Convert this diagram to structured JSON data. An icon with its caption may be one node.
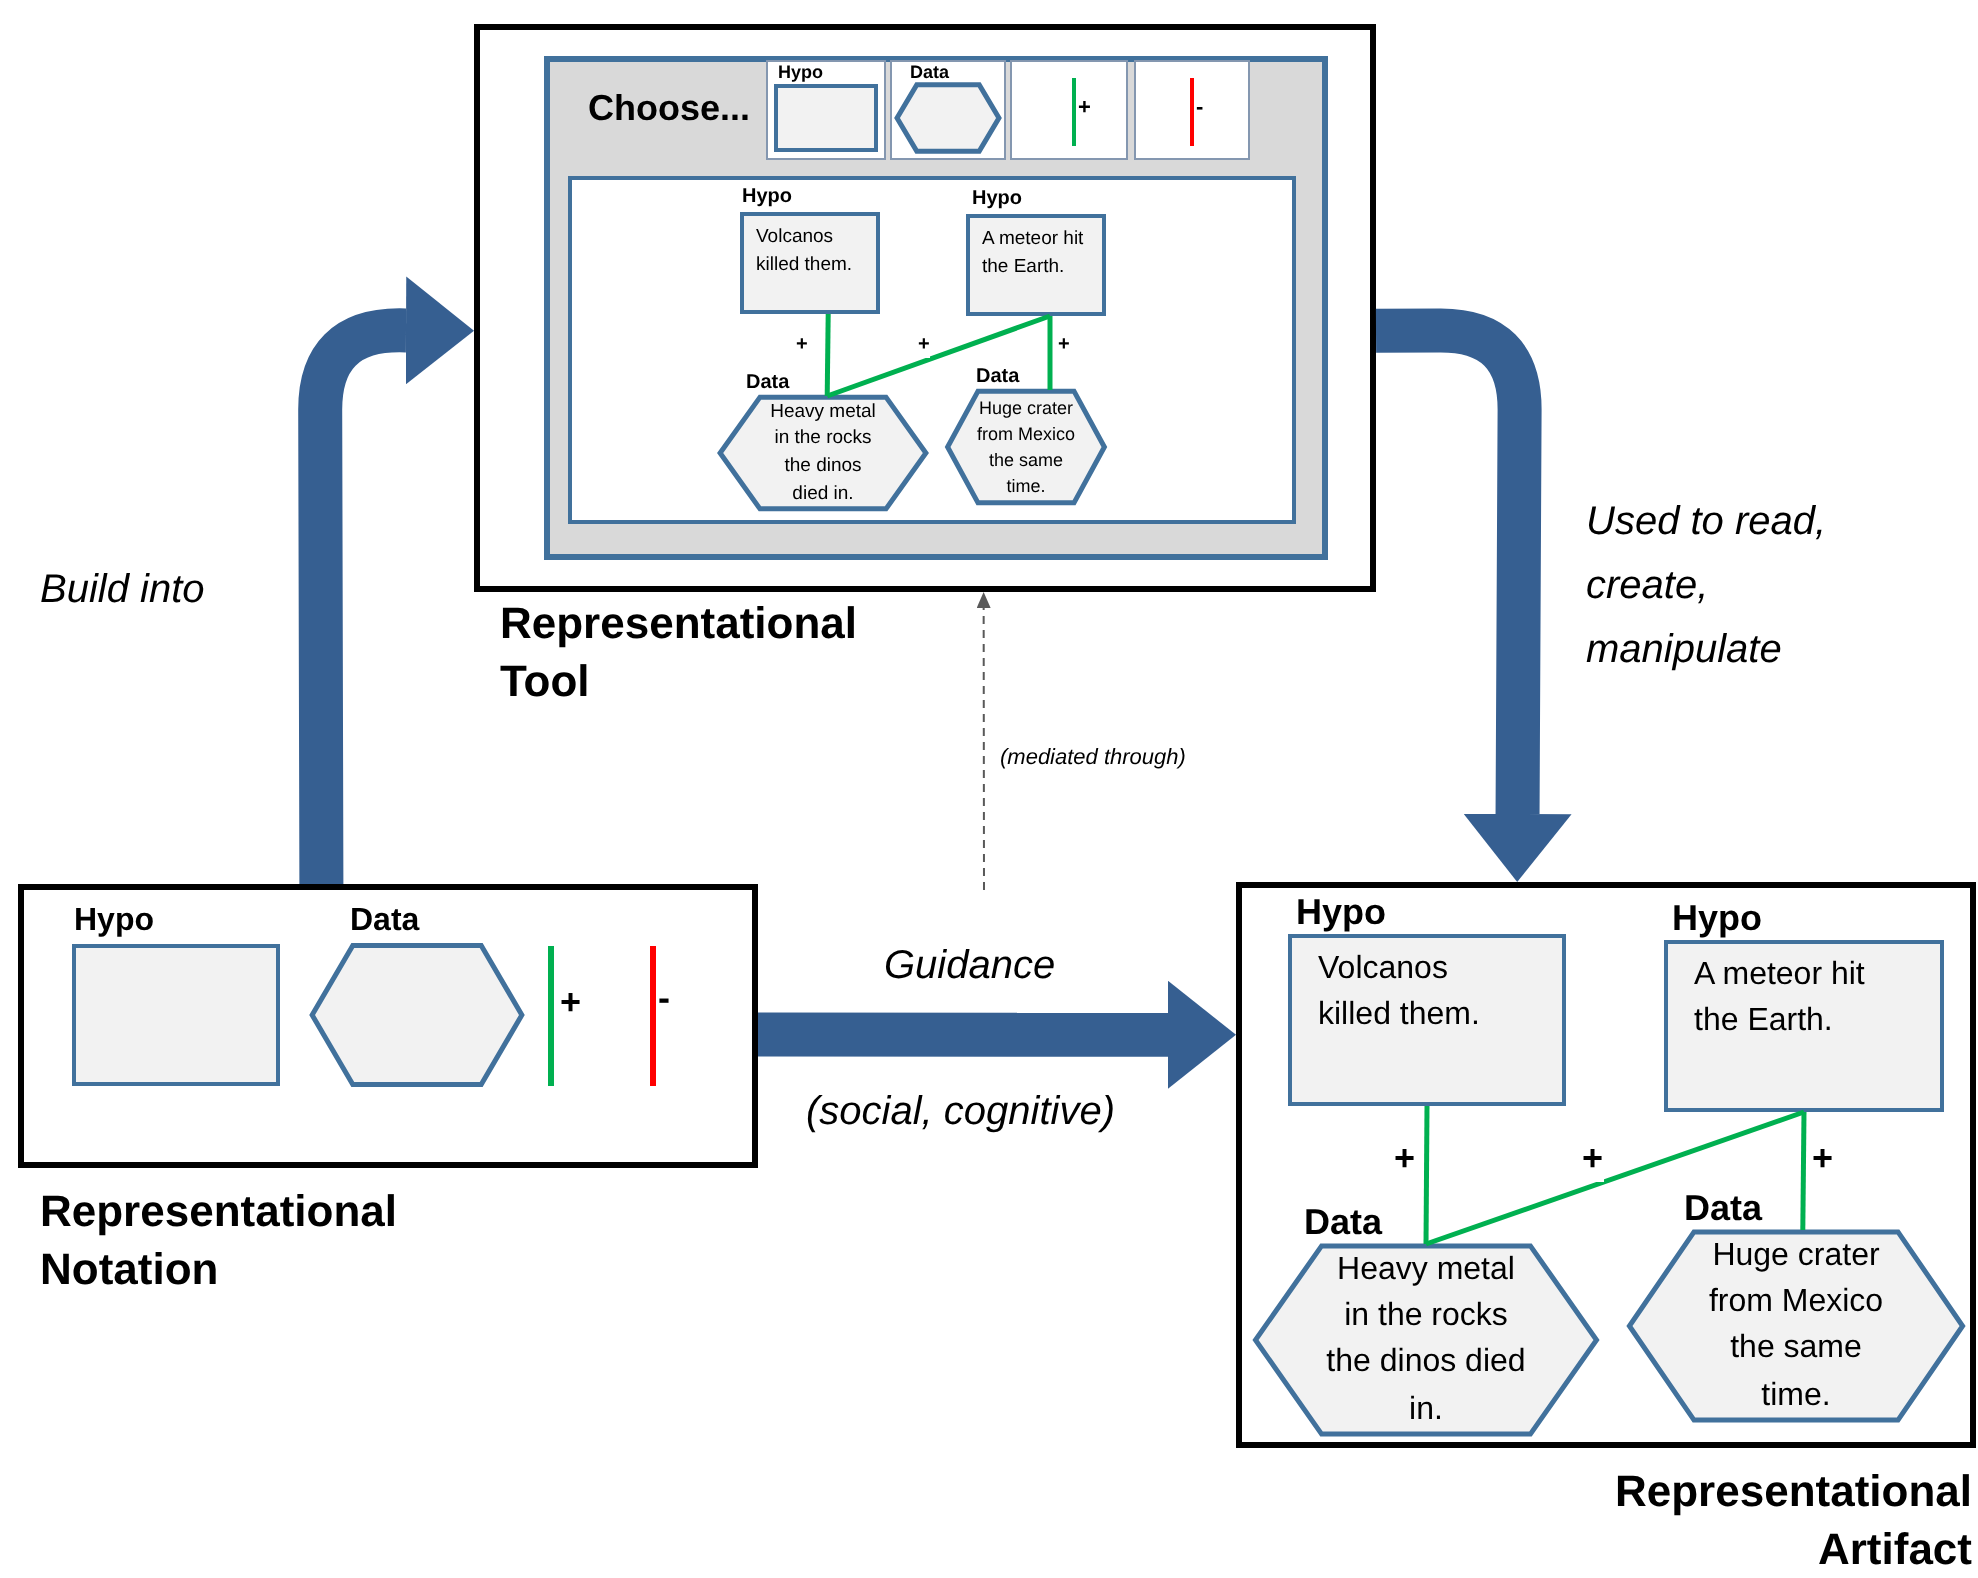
{
  "diagram": {
    "nodes": [
      {
        "text": [
          "Representational Tool"
        ]
      },
      {
        "text": [
          "Choose..."
        ],
        "in": 0
      },
      {
        "text": [
          "Hypo"
        ],
        "in": 1
      },
      {
        "text": [],
        "shape": "box",
        "in": 2
      },
      {
        "text": [
          "Data"
        ],
        "in": 1
      },
      {
        "text": [],
        "shape": "hexagon",
        "in": 4
      },
      {
        "text": [
          "+"
        ],
        "in": 1
      },
      {
        "text": [
          "-"
        ],
        "in": 1
      },
      {
        "text": [],
        "shape": "box",
        "in": 1
      },
      {
        "text": [
          "Hypo",
          "Volcanos killed them."
        ],
        "in": 8
      },
      {
        "text": [
          "Hypo",
          "A meteor hit the Earth."
        ],
        "in": 8
      },
      {
        "text": [
          "Data",
          "Heavy metal in the rocks the dinos died in."
        ],
        "in": 8
      },
      {
        "text": [
          "Data",
          "Huge crater from Mexico the same time."
        ],
        "in": 8
      },
      {
        "text": [
          "Representational Notation"
        ]
      },
      {
        "text": [
          "Hypo"
        ],
        "in": 13
      },
      {
        "text": [
          "Data"
        ],
        "in": 13
      },
      {
        "text": [
          "Representational Artifact"
        ]
      },
      {
        "text": [
          "Hypo",
          "Volcanos killed them."
        ],
        "in": 16
      },
      {
        "text": [
          "Hypo",
          "A meteor hit the Earth."
        ],
        "in": 16
      },
      {
        "text": [
          "Data",
          "Heavy metal in the rocks the dinos died in."
        ],
        "in": 16
      },
      {
        "text": [
          "Data",
          "Huge crater from Mexico the same time."
        ],
        "in": 16
      }
    ],
    "edges": [
      {
        "from": 9,
        "to": 11,
        "arrow": "none",
        "label": "+"
      },
      {
        "from": 10,
        "to": 11,
        "arrow": "none",
        "label": "+"
      },
      {
        "from": 10,
        "to": 12,
        "arrow": "none",
        "label": "+"
      },
      {
        "from": 13,
        "to": 0,
        "arrow": "to",
        "label": "Build into",
        "style": "thick",
        "color": "#365f91"
      },
      {
        "from": 0,
        "to": 16,
        "arrow": "to",
        "label": "Used to read, create, manipulate",
        "style": "thick",
        "color": "#365f91"
      },
      {
        "from": 13,
        "to": 16,
        "arrow": "to",
        "label": "Guidance",
        "style": "thick",
        "color": "#365f91"
      },
      {
        "from": null,
        "to": 0,
        "arrow": "to",
        "label": "(mediated through)",
        "style": "dashed",
        "color": "#595959"
      },
      {
        "from": 17,
        "to": 19,
        "arrow": "none",
        "label": "+"
      },
      {
        "from": 18,
        "to": 19,
        "arrow": "none",
        "label": "+"
      },
      {
        "from": 18,
        "to": 20,
        "arrow": "none",
        "label": "+"
      }
    ],
    "labels": [
      "+",
      "-",
      "(social, cognitive)"
    ]
  }
}
